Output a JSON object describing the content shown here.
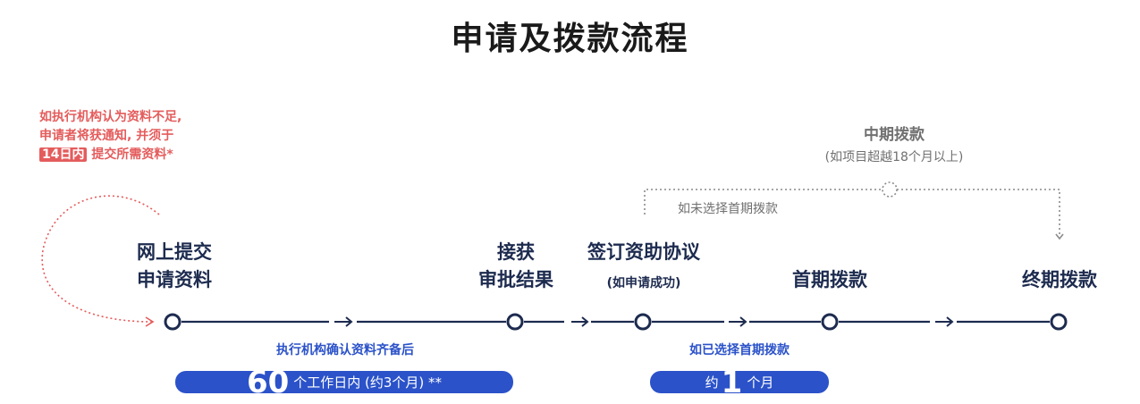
{
  "title": "申请及拨款流程",
  "note": {
    "line1": "如执行机构认为资料不足,",
    "line2": "申请者将获通知, 并须于",
    "badge": "14日内",
    "line3": "提交所需资料*"
  },
  "stages": [
    {
      "line1": "网上提交",
      "line2": "申请资料"
    },
    {
      "line1": "接获",
      "line2": "审批结果"
    },
    {
      "line1": "签订资助协议",
      "sub": "(如申请成功)"
    },
    {
      "line1": "首期拨款"
    },
    {
      "line1": "终期拨款"
    }
  ],
  "interim": {
    "title": "中期拨款",
    "sub": "(如项目超越18个月以上)",
    "bypass_label": "如未选择首期拨款"
  },
  "segment1": {
    "label": "执行机构确认资料齐备后",
    "pill_number": "60",
    "pill_text": "个工作日内 (约3个月) **"
  },
  "segment2": {
    "label": "如已选择首期拨款",
    "pill_prefix": "约",
    "pill_number": "1",
    "pill_text": "个月"
  },
  "colors": {
    "navy": "#1d2b4f",
    "blue": "#2b52c9",
    "red": "#e45c5c",
    "gray": "#8a8a8a"
  }
}
